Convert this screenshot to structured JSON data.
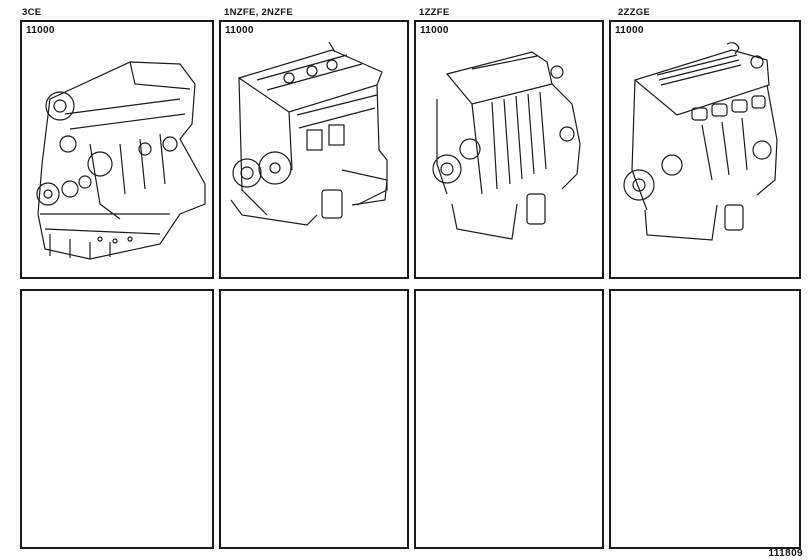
{
  "page": {
    "type": "parts-catalog-illustration",
    "reference_code": "111809"
  },
  "panels_top": [
    {
      "engine_label": "3CE",
      "part_number": "11000",
      "illustration": "engine-assembly-3ce"
    },
    {
      "engine_label": "1NZFE, 2NZFE",
      "part_number": "11000",
      "illustration": "engine-assembly-1nzfe"
    },
    {
      "engine_label": "1ZZFE",
      "part_number": "11000",
      "illustration": "engine-assembly-1zzfe"
    },
    {
      "engine_label": "2ZZGE",
      "part_number": "11000",
      "illustration": "engine-assembly-2zzge"
    }
  ],
  "panels_bottom": [
    {
      "state": "empty"
    },
    {
      "state": "empty"
    },
    {
      "state": "empty"
    },
    {
      "state": "empty"
    }
  ],
  "colors": {
    "line": "#1a1a1a",
    "background": "#ffffff"
  }
}
